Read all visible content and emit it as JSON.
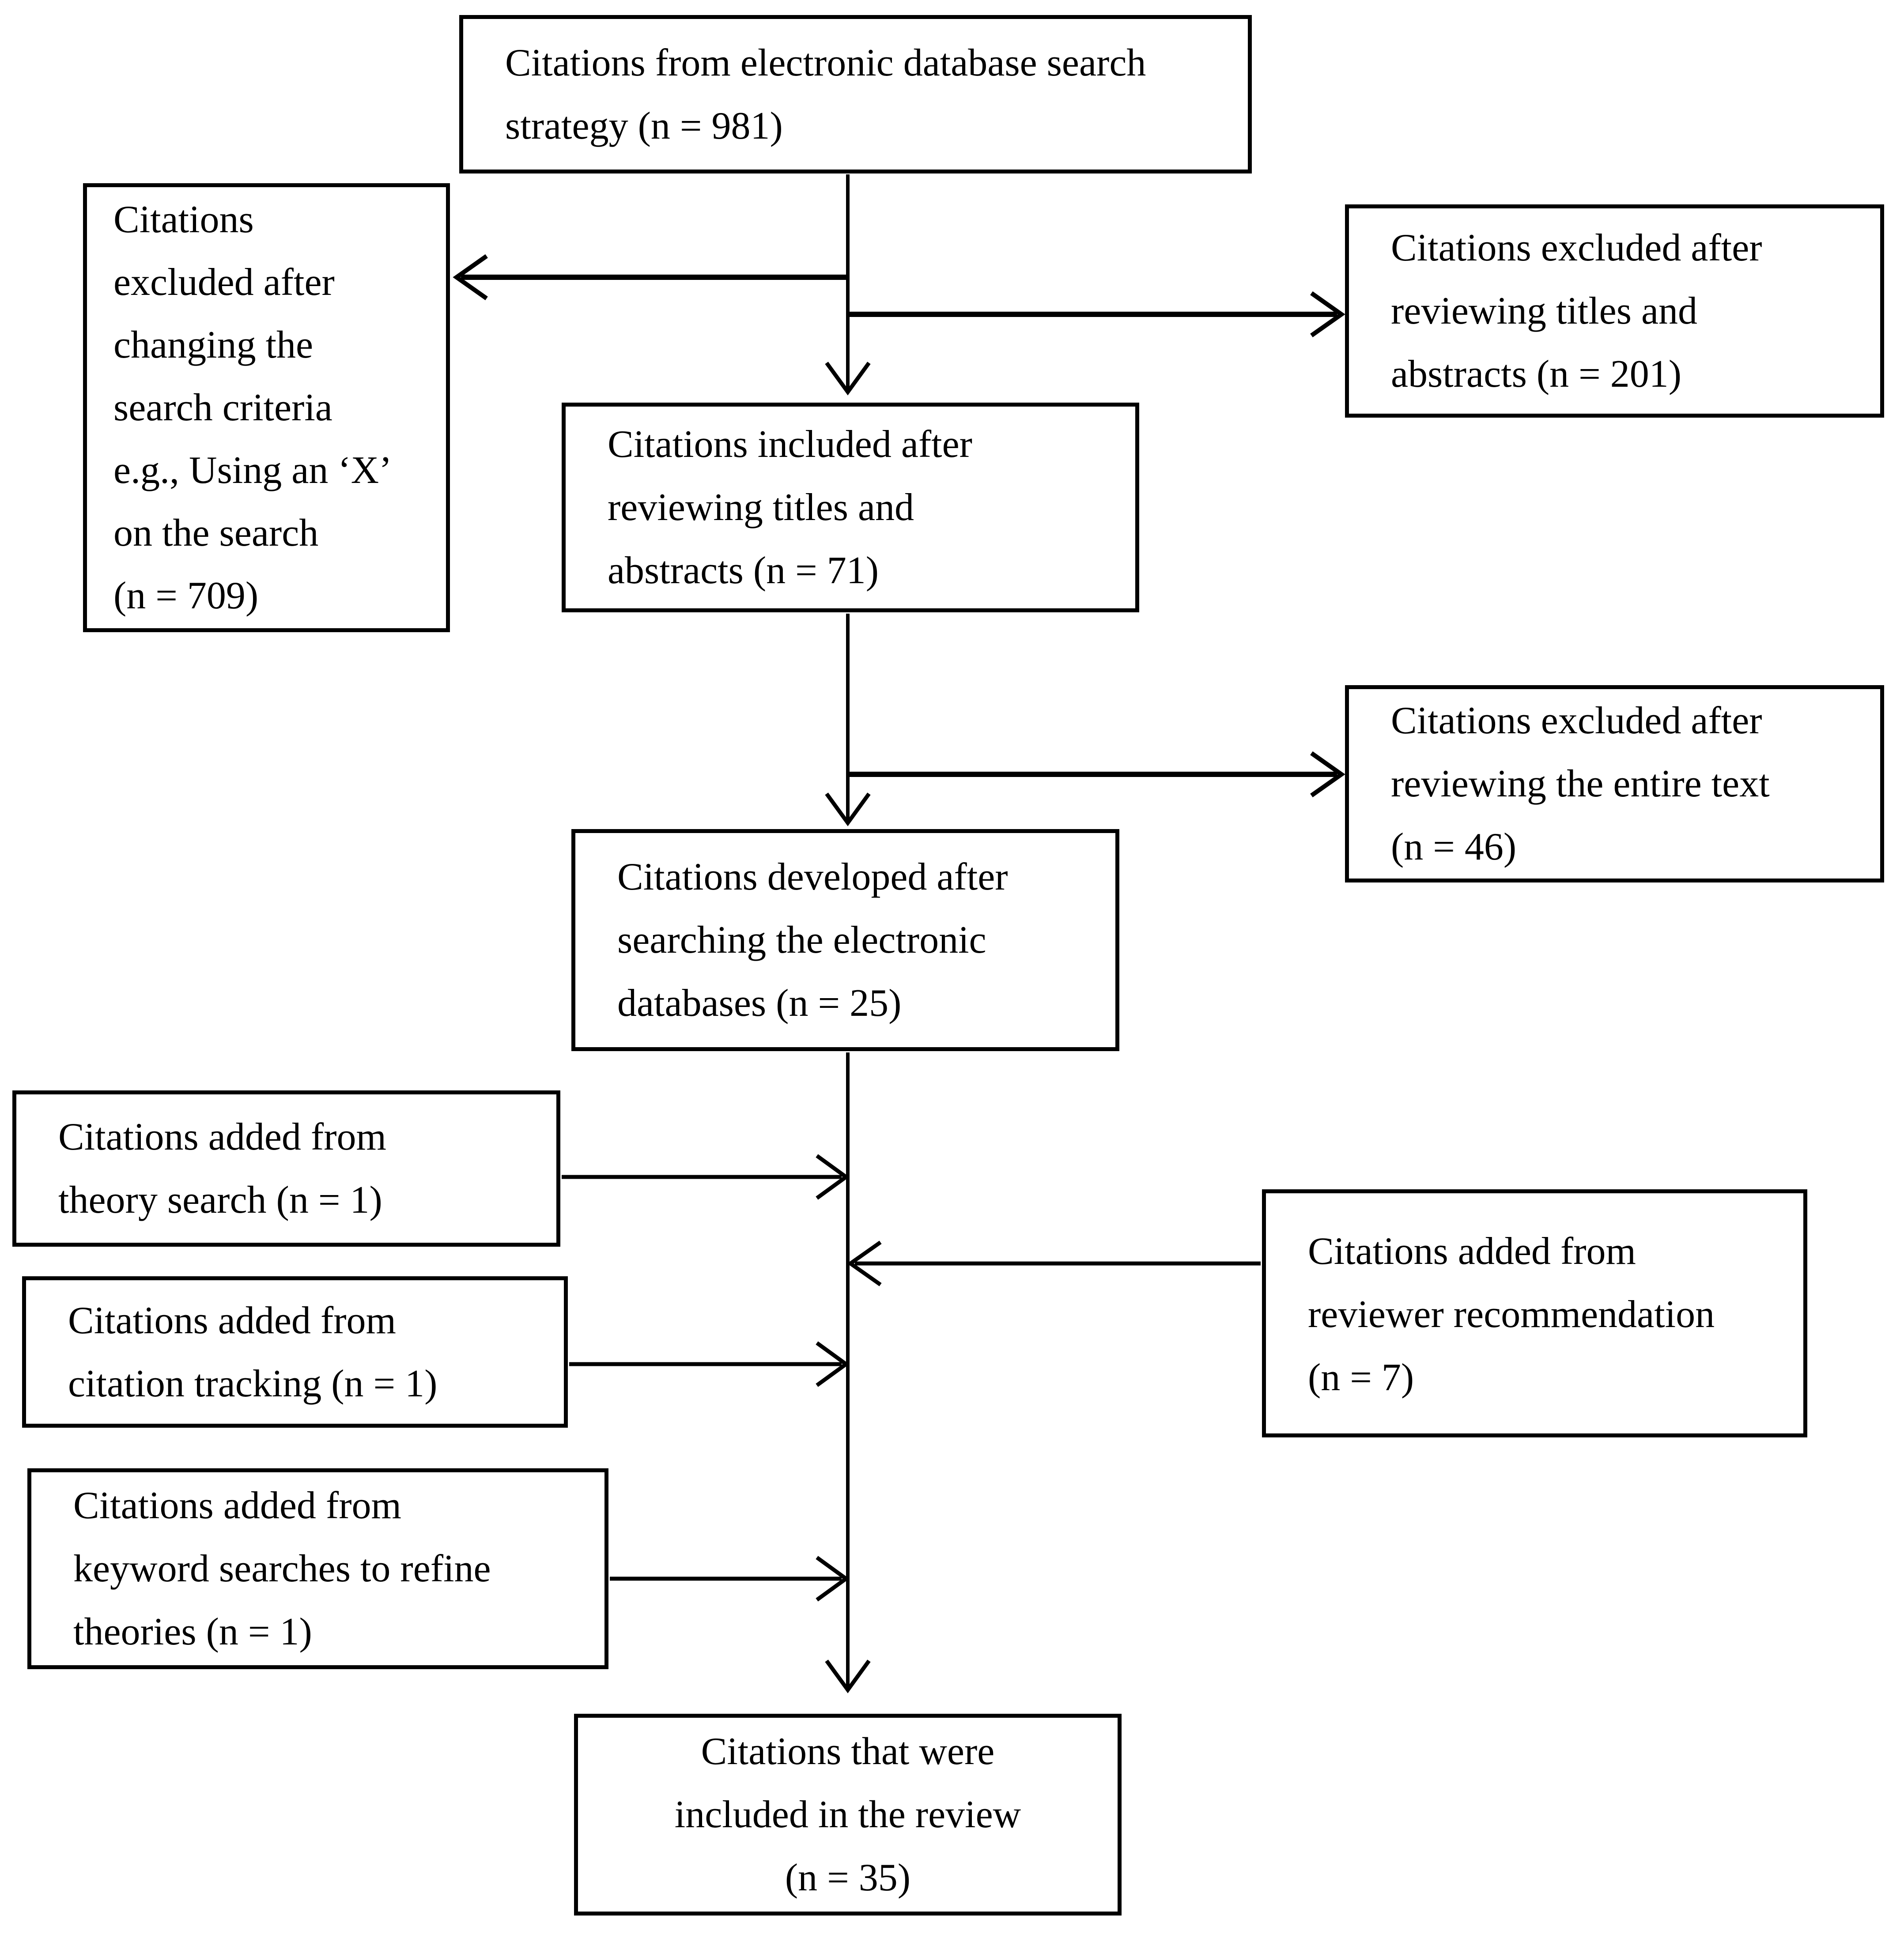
{
  "colors": {
    "background": "#ffffff",
    "ink": "#000000"
  },
  "nodes": {
    "source": {
      "lines": [
        "Citations from electronic database search",
        "strategy (n = 981)"
      ]
    },
    "excluded_search_criteria": {
      "lines": [
        "Citations",
        "excluded after",
        "changing the",
        "search criteria",
        "e.g., Using an ‘X’",
        "on the search",
        "(n = 709)"
      ]
    },
    "excluded_titles_abstracts": {
      "lines": [
        "Citations excluded after",
        "reviewing titles and",
        "abstracts (n = 201)"
      ]
    },
    "included_titles_abstracts": {
      "lines": [
        "Citations included after",
        "reviewing titles and",
        "abstracts (n = 71)"
      ]
    },
    "excluded_entire_text": {
      "lines": [
        "Citations excluded after",
        "reviewing the entire text",
        "(n = 46)"
      ]
    },
    "developed_searching": {
      "lines": [
        "Citations developed after",
        "searching the electronic",
        "databases (n = 25)"
      ]
    },
    "added_theory_search": {
      "lines": [
        "Citations added from",
        "theory search (n = 1)"
      ]
    },
    "added_citation_tracking": {
      "lines": [
        "Citations added from",
        "citation tracking (n = 1)"
      ]
    },
    "added_keyword_searches": {
      "lines": [
        "Citations added from",
        "keyword searches to refine",
        "theories (n = 1)"
      ]
    },
    "added_reviewer_recommendation": {
      "lines": [
        "Citations added from",
        "reviewer recommendation",
        "(n = 7)"
      ]
    },
    "included_review": {
      "lines": [
        "Citations that were",
        "included in the review",
        "(n = 35)"
      ]
    }
  }
}
